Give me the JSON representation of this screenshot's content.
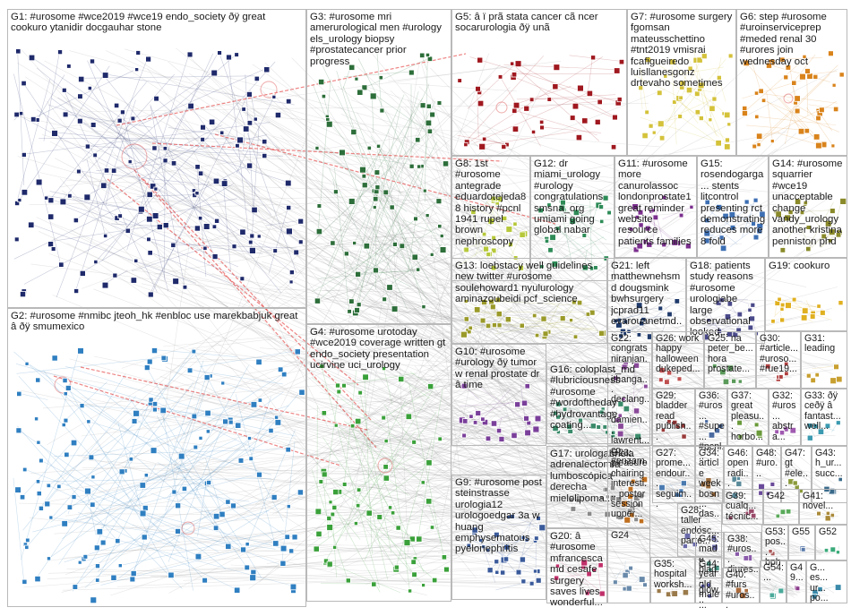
{
  "groups": [
    {
      "id": "G1",
      "label": "G1: #urosome #wce2019 #wce19 endo_society ðÿ great cookuro ytanidir docgauhar stone",
      "color": "#1f2a6b"
    },
    {
      "id": "G2",
      "label": "G2: #urosome #nmibc jteoh_hk #enbloc use marekbabjuk great â ðÿ smumexico",
      "color": "#2f7fc1"
    },
    {
      "id": "G3",
      "label": "G3: #urosome mri amerurological men #urology els_urology biopsy #prostatecancer prior progress",
      "color": "#2d6e3a"
    },
    {
      "id": "G4",
      "label": "G4: #urosome urotoday #wce2019 coverage written gt endo_society presentation ucirvine uci_urology",
      "color": "#3aa13a"
    },
    {
      "id": "G5",
      "label": "G5: â ï prã stata cancer cã ncer socarurologia ðÿ unã",
      "color": "#a0181f"
    },
    {
      "id": "G7",
      "label": "G7: #urosome surgery fgomsan mateusschettino #tnt2019 vmisrai fcafigueiredo luisllanesgonz drtevaho sometimes",
      "color": "#d4c23a"
    },
    {
      "id": "G6",
      "label": "G6: step #urosome #uroinserviceprep #meded renal 30 #urores join wednesday oct",
      "color": "#d9831b"
    },
    {
      "id": "G8",
      "label": "G8: 1st #urosome antegrade eduardotejeda88 history #pcnl 1941 rupel brown nephroscopy",
      "color": "#b6c83a"
    },
    {
      "id": "G12",
      "label": "G12: dr miami_urology #urology congratulations smsna_org umiami going global nabar",
      "color": "#2e8b57"
    },
    {
      "id": "G11",
      "label": "G11: #urosome more canurolassoc londonprostate1 great reminder website resource patients families",
      "color": "#7b2f8e"
    },
    {
      "id": "G15",
      "label": "G15: rosendogarga... stents litcontrol presenting rct demonstrating reduces more 8 fold",
      "color": "#3d6fb3"
    },
    {
      "id": "G14",
      "label": "G14: #urosome squarrier #wce19 unacceptable change vandy_urology another kristina penniston phd",
      "color": "#8a8a2a"
    },
    {
      "id": "G13",
      "label": "G13: loebstacy well guidelines new twitter #urosome soulehoward1 nyulurology aminazoubeidi pcf_science",
      "color": "#9a9a2a"
    },
    {
      "id": "G21",
      "label": "G21: left matthewnehsmd dougsmink bwhsurgery jcprad11 evarouanetmd...",
      "color": "#1f3a6b"
    },
    {
      "id": "G18",
      "label": "G18: patients study reasons #urosome urologiabe large observational looked...",
      "color": "#4a4a8a"
    },
    {
      "id": "G19",
      "label": "G19: cookuro",
      "color": "#e0b020"
    },
    {
      "id": "G10",
      "label": "G10: #urosome #urology ðÿ tumor w renal prostate dr â time",
      "color": "#7a3f9a"
    },
    {
      "id": "G22",
      "label": "G22: congrats niranjan... ithanga... declang... damien... lawrent... co #enzam...",
      "color": "#8a4a9a"
    },
    {
      "id": "G26",
      "label": "G26: work happy halloween dukeped...",
      "color": "#c05050"
    },
    {
      "id": "G25",
      "label": "G25: na peter_be... hora prostate...",
      "color": "#5a9a5a"
    },
    {
      "id": "G30",
      "label": "G30: #article... #uroso... #rue19...",
      "color": "#b04040"
    },
    {
      "id": "G31",
      "label": "G31: leading",
      "color": "#c8a030"
    },
    {
      "id": "G16",
      "label": "G16: coloplast_md #lubriciousness #urosome #wordoftheday #hydrovantage coating...",
      "color": "#3a8a6a"
    },
    {
      "id": "G29",
      "label": "G29: bladder read publish...",
      "color": "#9a3a3a"
    },
    {
      "id": "G36",
      "label": "G36: #uros... #supe... #pcnl...",
      "color": "#4a6aa0"
    },
    {
      "id": "G37",
      "label": "G37: great pleasu... horbo...",
      "color": "#6a9a3a"
    },
    {
      "id": "G32",
      "label": "G32: #uros... abstra...",
      "color": "#a05ab0"
    },
    {
      "id": "G33",
      "label": "G33: ðÿ ceðÿ â fantast... well...",
      "color": "#3a9ab0"
    },
    {
      "id": "G17",
      "label": "G17: urologabriela adrenalectomía lumboscópica derecha mielolipoma...",
      "color": "#8a8a8a"
    },
    {
      "id": "G23",
      "label": "G23: pleasure chairing interesti... poster session upper...",
      "color": "#c07020"
    },
    {
      "id": "G27",
      "label": "G27: prome... endour... seguim...",
      "color": "#4a7ab0"
    },
    {
      "id": "G34",
      "label": "G34: article week bosn... das...",
      "color": "#9a6a3a"
    },
    {
      "id": "G46",
      "label": "G46: open radi...",
      "color": "#5a8a9a"
    },
    {
      "id": "G48",
      "label": "G48: #uro...",
      "color": "#6a4a9a"
    },
    {
      "id": "G47",
      "label": "G47: gt #ele...",
      "color": "#8a9a3a"
    },
    {
      "id": "G43",
      "label": "G43: h_ur... succ...",
      "color": "#3a6a8a"
    },
    {
      "id": "G9",
      "label": "G9: #urosome post steinstrasse urologia12 urologoedgar 3a w huang emphysematous pyelonephritis",
      "color": "#3a5a9a"
    },
    {
      "id": "G28",
      "label": "G28: taller endosc... parte...",
      "color": "#6a6aaa"
    },
    {
      "id": "G39",
      "label": "G39: cualq... técnic...",
      "color": "#9a4a6a"
    },
    {
      "id": "G42",
      "label": "G42",
      "color": "#5aaa5a"
    },
    {
      "id": "G41",
      "label": "G41: novel...",
      "color": "#aa8a3a"
    },
    {
      "id": "G45",
      "label": "G45: made blad... glow...",
      "color": "#4a9a8a"
    },
    {
      "id": "G38",
      "label": "G38: #uros... diures...",
      "color": "#8a5aaa"
    },
    {
      "id": "G53",
      "label": "G53: pos... bph",
      "color": "#aa5a5a"
    },
    {
      "id": "G55",
      "label": "G55",
      "color": "#5a7aaa"
    },
    {
      "id": "G52",
      "label": "G52",
      "color": "#3aaa7a"
    },
    {
      "id": "G20",
      "label": "G20: â #urosome mfrancescamd cesafe surgery saves lives wonderful...",
      "color": "#c0306a"
    },
    {
      "id": "G24",
      "label": "G24",
      "color": "#6a8aaa"
    },
    {
      "id": "G35",
      "label": "G35: hospital worksh...",
      "color": "#9a7a4a"
    },
    {
      "id": "G44",
      "label": "G44: year old male...",
      "color": "#5a5aaa"
    },
    {
      "id": "G40",
      "label": "G40: #furs #uros...",
      "color": "#aa6a3a"
    },
    {
      "id": "G54",
      "label": "G54: ...",
      "color": "#4aaa9a"
    },
    {
      "id": "G49",
      "label": "G49...",
      "color": "#8a3a8a"
    },
    {
      "id": "G50",
      "label": "G... es... ur... po...",
      "color": "#3a8aaa"
    }
  ]
}
